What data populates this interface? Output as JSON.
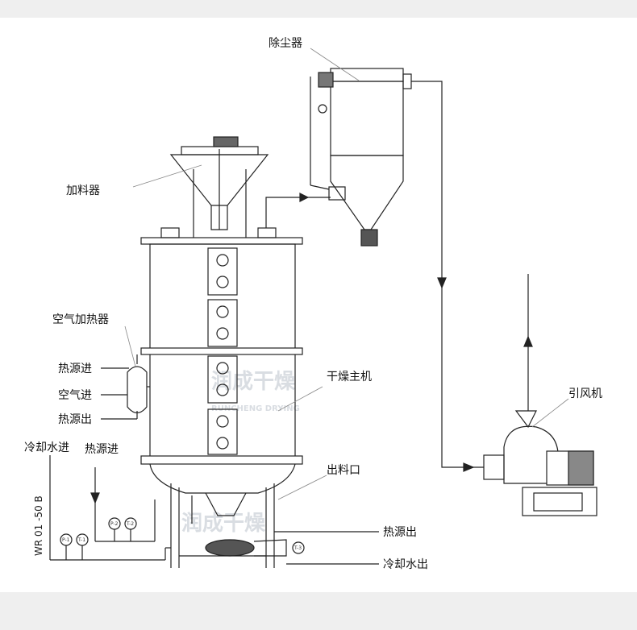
{
  "labels": {
    "dust_collector": "除尘器",
    "feeder": "加料器",
    "air_heater": "空气加热器",
    "heat_in_left": "热源进",
    "air_in": "空气进",
    "heat_out_left": "热源出",
    "cooling_water_in": "冷却水进",
    "heat_in_bottom": "热源进",
    "dryer_main": "干燥主机",
    "discharge": "出料口",
    "heat_out_right": "热源出",
    "cooling_water_out": "冷却水出",
    "induced_fan": "引风机",
    "model": "WR 01 -50 B"
  },
  "instruments": {
    "p1": "P-1",
    "t1": "T-1",
    "p2": "P-2",
    "t2": "T-2",
    "t3": "T-3"
  },
  "watermark": {
    "cn": "润成干燥",
    "en": "RUNCHENG DRYING"
  }
}
